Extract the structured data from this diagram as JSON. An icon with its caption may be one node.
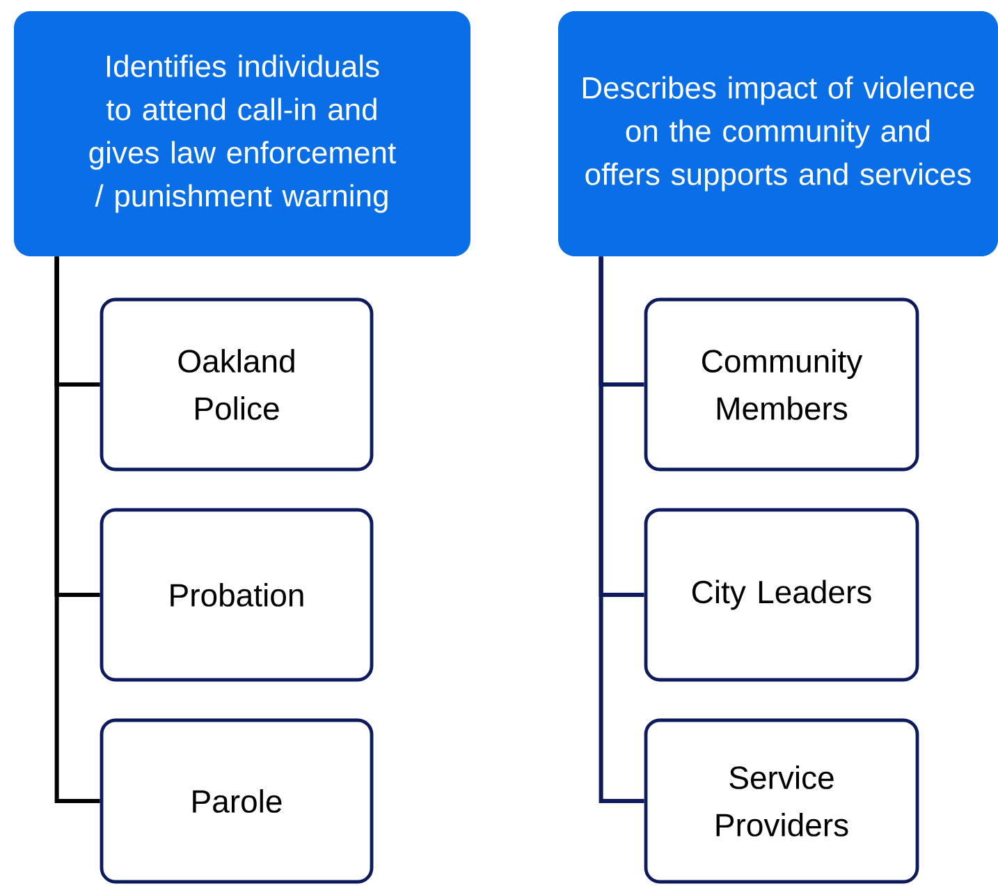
{
  "diagram": {
    "nodes": [
      {
        "text": [
          "Identifies individuals to attend call-in and gives law enforcement / punishment warning"
        ]
      },
      {
        "text": [
          "Oakland Police"
        ]
      },
      {
        "text": [
          "Probation"
        ]
      },
      {
        "text": [
          "Parole"
        ]
      },
      {
        "text": [
          "Describes impact of violence on the community and offers supports and services"
        ]
      },
      {
        "text": [
          "Community Members"
        ]
      },
      {
        "text": [
          "City Leaders"
        ]
      },
      {
        "text": [
          "Service Providers"
        ]
      }
    ],
    "edges": [
      {
        "from": 0,
        "to": 1,
        "arrow": "none",
        "color": "#000000"
      },
      {
        "from": 0,
        "to": 2,
        "arrow": "none",
        "color": "#000000"
      },
      {
        "from": 0,
        "to": 3,
        "arrow": "none",
        "color": "#000000"
      },
      {
        "from": 4,
        "to": 5,
        "arrow": "none",
        "color": "#0d1a5e"
      },
      {
        "from": 4,
        "to": 6,
        "arrow": "none",
        "color": "#0d1a5e"
      },
      {
        "from": 4,
        "to": 7,
        "arrow": "none",
        "color": "#0d1a5e"
      }
    ]
  }
}
